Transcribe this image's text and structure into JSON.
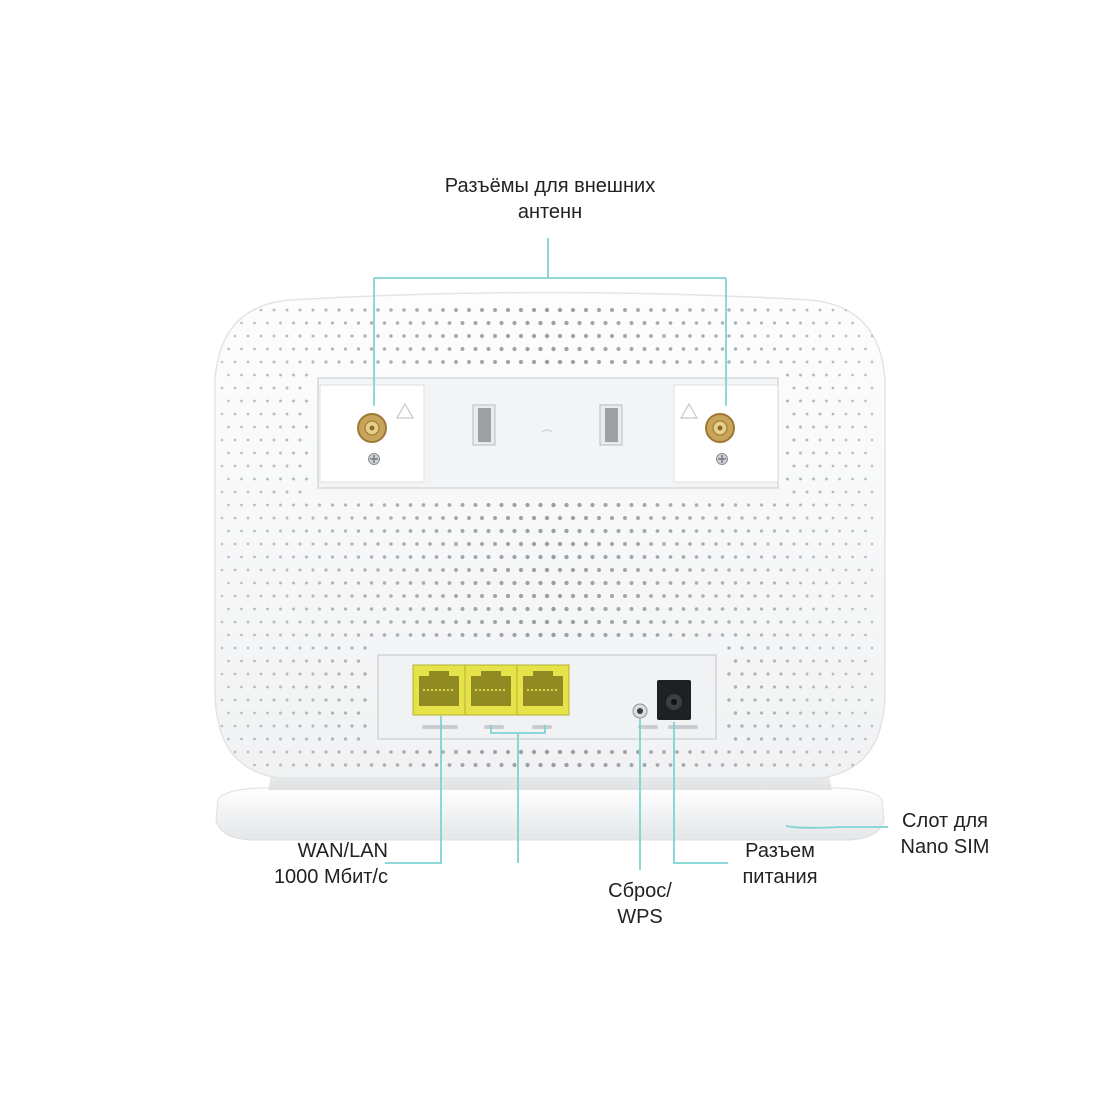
{
  "labels": {
    "antenna": {
      "line1": "Разъёмы для внешних",
      "line2": "антенн"
    },
    "wan_lan": {
      "line1": "WAN/LAN",
      "line2": "1000 Мбит/с"
    },
    "reset": {
      "line1": "Сброс/",
      "line2": "WPS"
    },
    "power": {
      "line1": "Разъем",
      "line2": "питания"
    },
    "sim": {
      "line1": "Слот для",
      "line2": "Nano SIM"
    }
  },
  "colors": {
    "callout": "#7fd3d3",
    "ethernet_port": "#e6e34a",
    "device_body": "#ffffff",
    "device_outline": "#e2e4e6",
    "hole": "#8f9499"
  }
}
